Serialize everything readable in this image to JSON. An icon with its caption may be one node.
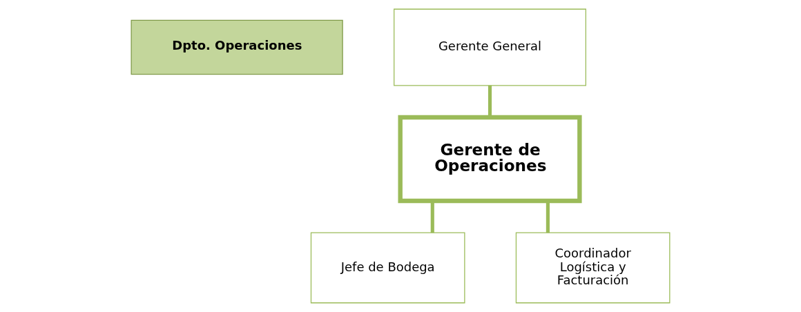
{
  "diagram": {
    "nodes": [
      {
        "text": [
          "Gerente General"
        ]
      },
      {
        "text": [
          "Dpto. Operaciones"
        ]
      },
      {
        "text": [
          "Gerente de Operaciones"
        ]
      },
      {
        "text": [
          "Jefe de Bodega"
        ]
      },
      {
        "text": [
          "Coordinador Logística y Facturación"
        ]
      }
    ],
    "edges": [
      {
        "from": 0,
        "to": 2,
        "arrow": "none"
      },
      {
        "from": 2,
        "to": 3,
        "arrow": "none"
      },
      {
        "from": 2,
        "to": 4,
        "arrow": "none"
      }
    ]
  }
}
